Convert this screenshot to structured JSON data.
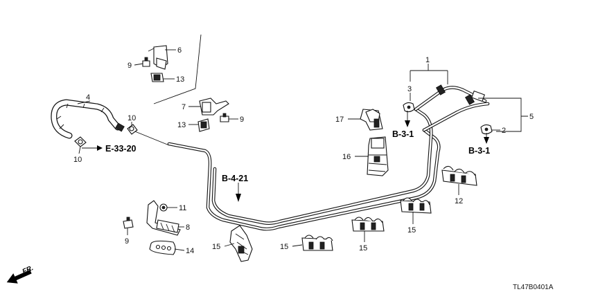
{
  "callouts": {
    "c1": "1",
    "c2": "2",
    "c3": "3",
    "c4": "4",
    "c5": "5",
    "c6": "6",
    "c7": "7",
    "c8": "8",
    "c9a": "9",
    "c9b": "9",
    "c9c": "9",
    "c10a": "10",
    "c10b": "10",
    "c11": "11",
    "c12": "12",
    "c13a": "13",
    "c13b": "13",
    "c14": "14",
    "c15a": "15",
    "c15b": "15",
    "c15c": "15",
    "c15d": "15",
    "c16": "16",
    "c17": "17"
  },
  "references": {
    "e3320": "E-33-20",
    "b421": "B-4-21",
    "b31a": "B-3-1",
    "b31b": "B-3-1"
  },
  "direction_label": "FR.",
  "diagram_code": "TL47B0401A"
}
